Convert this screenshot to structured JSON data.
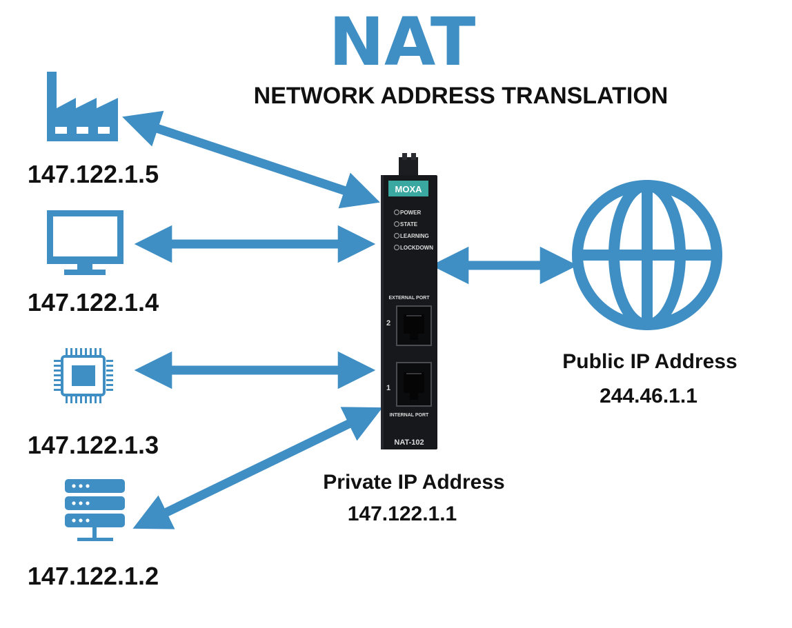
{
  "colors": {
    "accent": "#3f8ec4",
    "text": "#111111",
    "device_body": "#16181c",
    "device_port": "#0b0c0e",
    "device_text": "#dcdcdc",
    "brand_badge": "#3aa7a1",
    "background": "#ffffff"
  },
  "title": "NAT",
  "subtitle": "NETWORK ADDRESS TRANSLATION",
  "clients": [
    {
      "icon": "factory-icon",
      "ip": "147.122.1.5"
    },
    {
      "icon": "monitor-icon",
      "ip": "147.122.1.4"
    },
    {
      "icon": "chip-icon",
      "ip": "147.122.1.3"
    },
    {
      "icon": "server-icon",
      "ip": "147.122.1.2"
    }
  ],
  "device": {
    "brand": "MOXA",
    "leds": [
      "POWER",
      "STATE",
      "LEARNING",
      "LOCKDOWN"
    ],
    "external_port_label": "EXTERNAL PORT",
    "internal_port_label": "INTERNAL PORT",
    "port_2_number": "2",
    "port_1_number": "1",
    "model": "NAT-102"
  },
  "private": {
    "label": "Private IP Address",
    "ip": "147.122.1.1"
  },
  "public": {
    "icon": "globe-icon",
    "label": "Public IP Address",
    "ip": "244.46.1.1"
  }
}
